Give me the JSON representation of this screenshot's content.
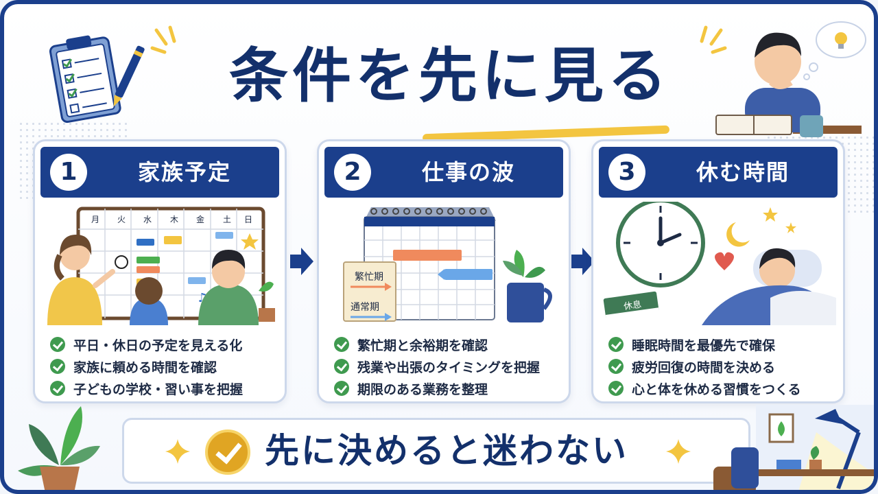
{
  "title": "条件を先に見る",
  "cards": [
    {
      "number": "1",
      "title": "家族予定",
      "weekdays": [
        "月",
        "火",
        "水",
        "木",
        "金",
        "土",
        "日"
      ],
      "items": [
        "平日・休日の予定を見える化",
        "家族に頼める時間を確認",
        "子どもの学校・習い事を把握"
      ]
    },
    {
      "number": "2",
      "title": "仕事の波",
      "labels": {
        "busy": "繁忙期",
        "normal": "通常期"
      },
      "items": [
        "繁忙期と余裕期を確認",
        "残業や出張のタイミングを把握",
        "期限のある業務を整理"
      ]
    },
    {
      "number": "3",
      "title": "休む時間",
      "book_label": "休息",
      "items": [
        "睡眠時間を最優先で確保",
        "疲労回復の時間を決める",
        "心と体を休める習慣をつくる"
      ]
    }
  ],
  "banner": {
    "text": "先に決めると迷わない"
  },
  "colors": {
    "navy": "#1b3f8c",
    "title": "#13306b",
    "accent": "#f3c540",
    "check": "#3f9a4f",
    "gold": "#e0a523"
  }
}
